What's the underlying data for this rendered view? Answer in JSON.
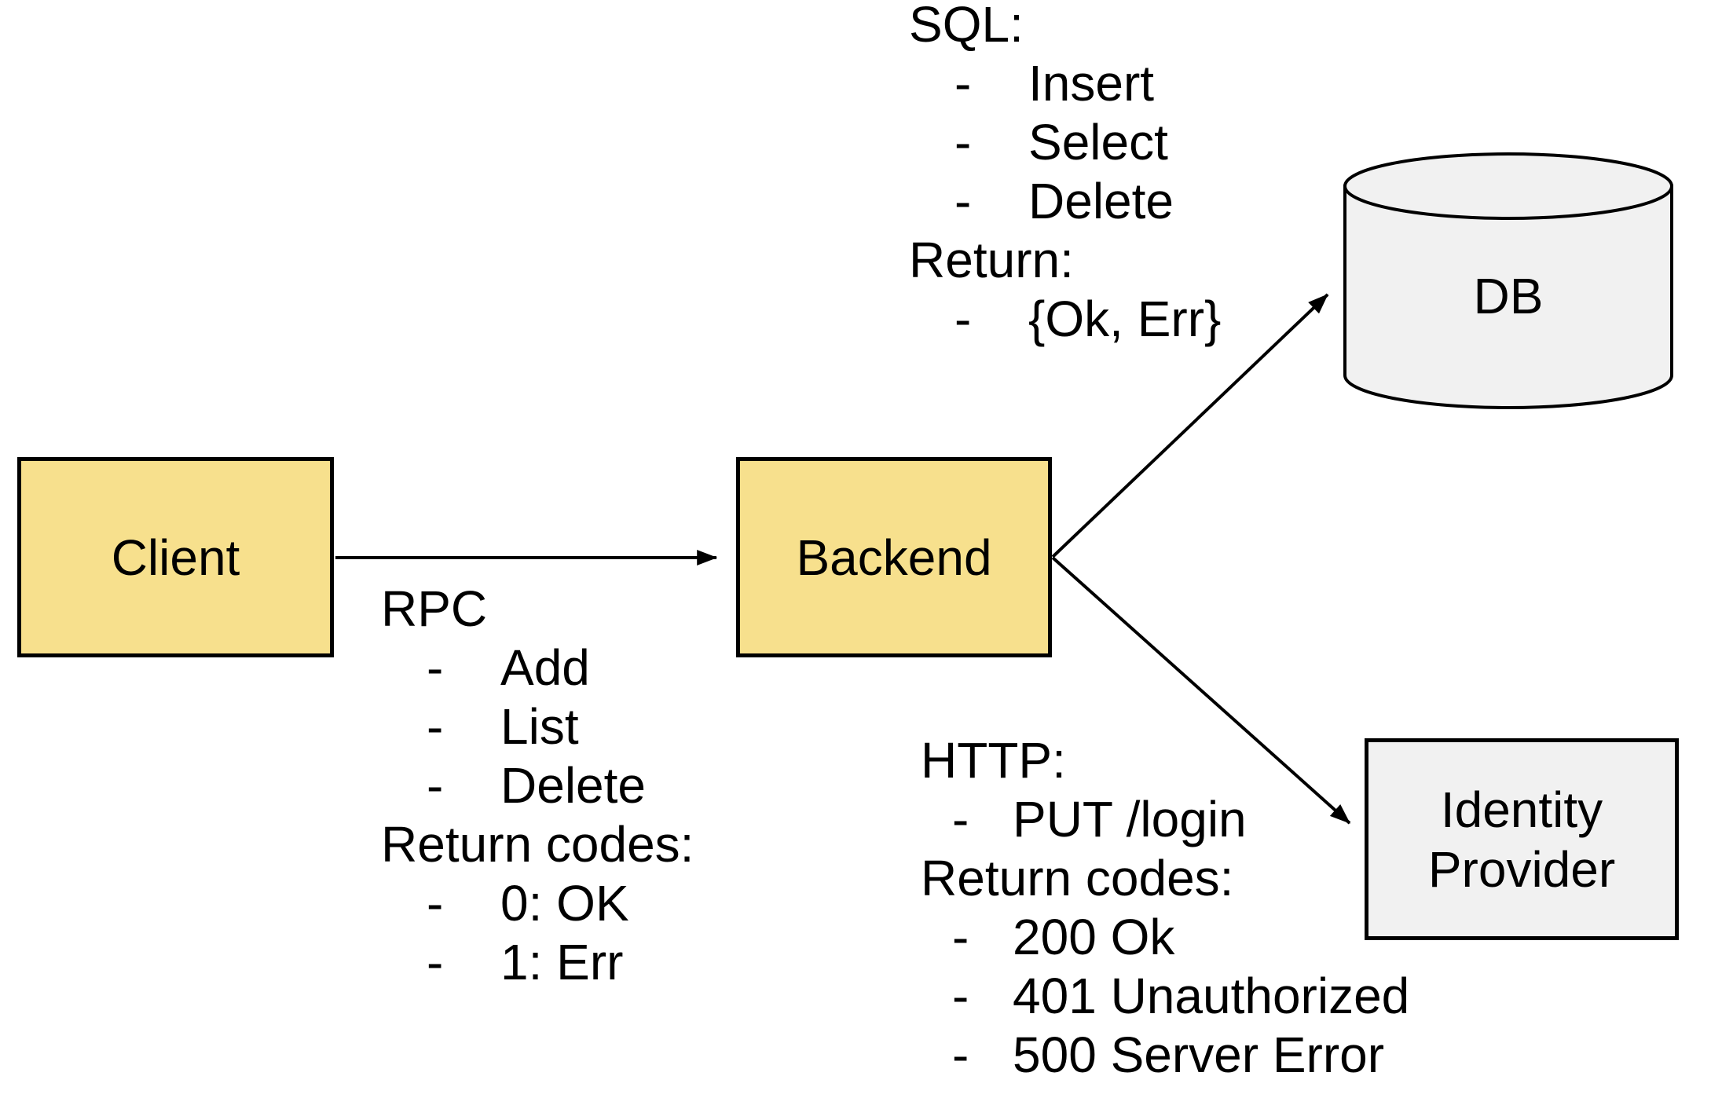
{
  "diagram": {
    "bullet_char": "-",
    "colors": {
      "node_yellow": "#F7E08D",
      "node_gray": "#F1F1F1",
      "stroke": "#000000",
      "background": "#FFFFFF"
    },
    "nodes": {
      "client": {
        "label": "Client",
        "shape": "rectangle",
        "fill": "#F7E08D"
      },
      "backend": {
        "label": "Backend",
        "shape": "rectangle",
        "fill": "#F7E08D"
      },
      "db": {
        "label": "DB",
        "shape": "cylinder",
        "fill": "#F1F1F1"
      },
      "identity_provider": {
        "label": "Identity Provider",
        "shape": "rectangle",
        "fill": "#F1F1F1"
      }
    },
    "edges": [
      {
        "from": "Client",
        "to": "Backend",
        "annotation": "rpc"
      },
      {
        "from": "Backend",
        "to": "DB",
        "annotation": "sql"
      },
      {
        "from": "Backend",
        "to": "Identity Provider",
        "annotation": "http"
      }
    ],
    "annotations": {
      "rpc": {
        "heading": "RPC",
        "items": [
          "Add",
          "List",
          "Delete"
        ],
        "return_heading": "Return codes:",
        "return_items": [
          "0: OK",
          "1: Err"
        ]
      },
      "sql": {
        "heading": "SQL:",
        "items": [
          "Insert",
          "Select",
          "Delete"
        ],
        "return_heading": "Return:",
        "return_items": [
          "{Ok, Err}"
        ]
      },
      "http": {
        "heading": "HTTP:",
        "items": [
          "PUT /login"
        ],
        "return_heading": "Return codes:",
        "return_items": [
          "200 Ok",
          "401 Unauthorized",
          "500 Server Error"
        ]
      }
    }
  }
}
